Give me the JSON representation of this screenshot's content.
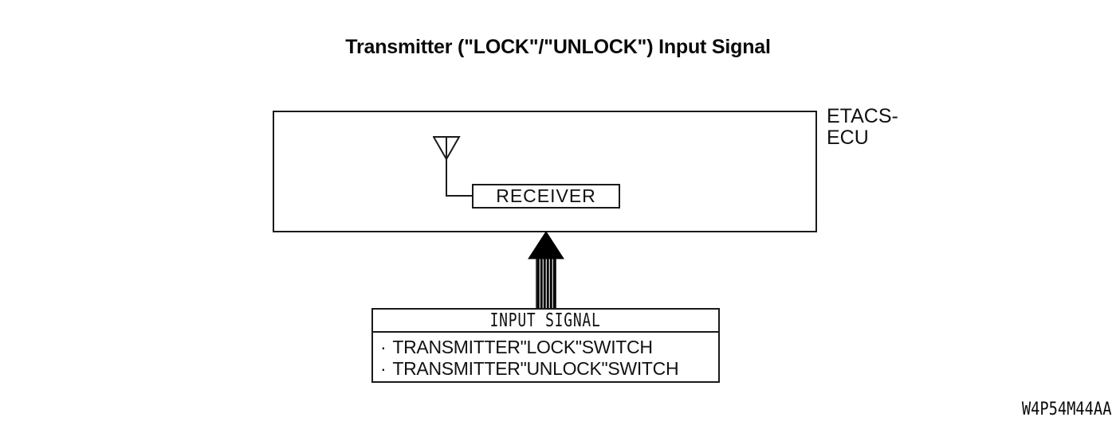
{
  "title": "Transmitter (\"LOCK\"/\"UNLOCK\") Input Signal",
  "ecu": {
    "label_line1": "ETACS-",
    "label_line2": "ECU",
    "receiver_label": "RECEIVER"
  },
  "input_signal": {
    "header": "INPUT SIGNAL",
    "bullet": "·",
    "items": [
      "TRANSMITTER\"LOCK\"SWITCH",
      "TRANSMITTER\"UNLOCK\"SWITCH"
    ]
  },
  "figure_code": "W4P54M44AA",
  "icons": {
    "antenna": "antenna-icon",
    "arrow": "up-arrow-icon"
  },
  "colors": {
    "line": "#1a1a1a",
    "background": "#ffffff",
    "arrow_fill": "#000000"
  }
}
